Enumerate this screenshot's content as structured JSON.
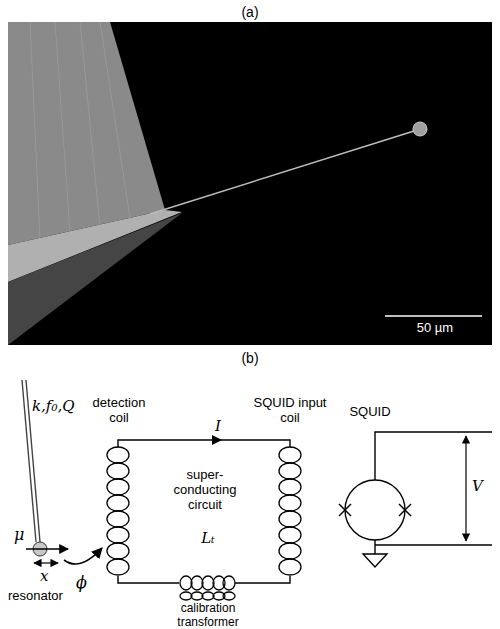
{
  "diagram": {
    "labels": [
      "(a)",
      "50 µm",
      "(b)",
      "k,f₀,Q",
      "μ",
      "x",
      "resonator",
      "ϕ",
      "detection coil",
      "SQUID input coil",
      "SQUID",
      "I",
      "super-conducting circuit",
      "Lₜ",
      "calibration transformer",
      "V"
    ]
  }
}
